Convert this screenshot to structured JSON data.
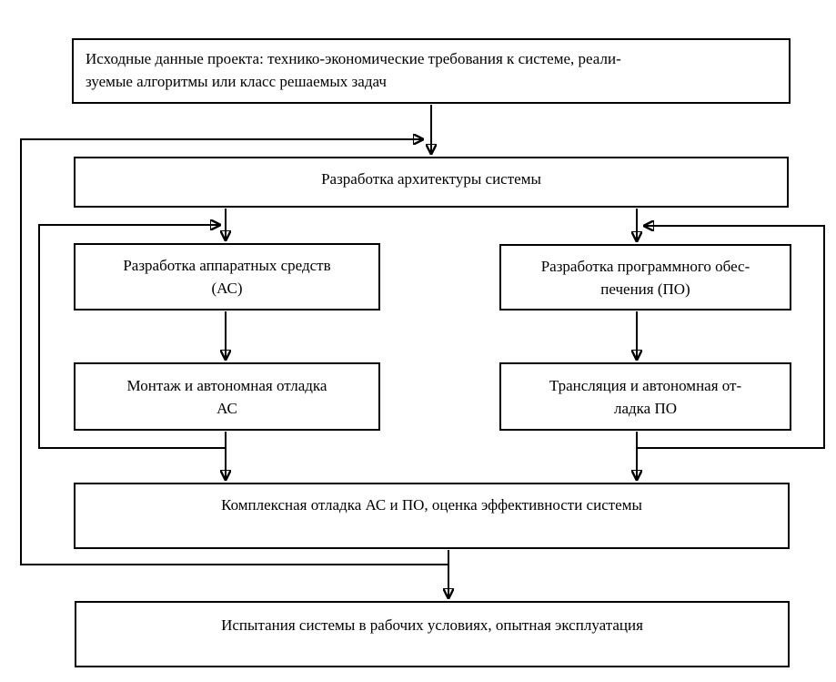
{
  "diagram": {
    "language": "ru",
    "colors": {
      "line": "#000000",
      "box_background": "#ffffff",
      "text": "#000000"
    },
    "nodes": {
      "initial": {
        "lines": [
          "Исходные данные проекта: технико-экономические требования к системе, реали-",
          "зуемые алгоритмы или класс решаемых задач"
        ]
      },
      "architecture": {
        "lines": [
          "Разработка архитектуры системы"
        ]
      },
      "hardware": {
        "lines": [
          "Разработка аппаратных средств",
          "(АС)"
        ]
      },
      "software": {
        "lines": [
          "Разработка программного обес-",
          "печения (ПО)"
        ]
      },
      "montage": {
        "lines": [
          "Монтаж и автономная отладка",
          "АС"
        ]
      },
      "translation": {
        "lines": [
          "Трансляция и автономная от-",
          "ладка ПО"
        ]
      },
      "complex_debug": {
        "lines": [
          "Комплексная отладка АС и ПО, оценка эффективности системы"
        ]
      },
      "testing": {
        "lines": [
          "Испытания системы в рабочих условиях, опытная эксплуатация"
        ]
      }
    },
    "edges": [
      {
        "from": "initial",
        "to": "architecture",
        "type": "flow"
      },
      {
        "from": "architecture",
        "to": "hardware",
        "type": "flow"
      },
      {
        "from": "architecture",
        "to": "software",
        "type": "flow"
      },
      {
        "from": "hardware",
        "to": "montage",
        "type": "flow"
      },
      {
        "from": "software",
        "to": "translation",
        "type": "flow"
      },
      {
        "from": "montage",
        "to": "complex_debug",
        "type": "flow"
      },
      {
        "from": "translation",
        "to": "complex_debug",
        "type": "flow"
      },
      {
        "from": "complex_debug",
        "to": "testing",
        "type": "flow"
      },
      {
        "from": "montage",
        "to": "hardware",
        "type": "feedback"
      },
      {
        "from": "translation",
        "to": "software",
        "type": "feedback"
      },
      {
        "from": "complex_debug",
        "to": "architecture",
        "type": "feedback"
      }
    ]
  }
}
